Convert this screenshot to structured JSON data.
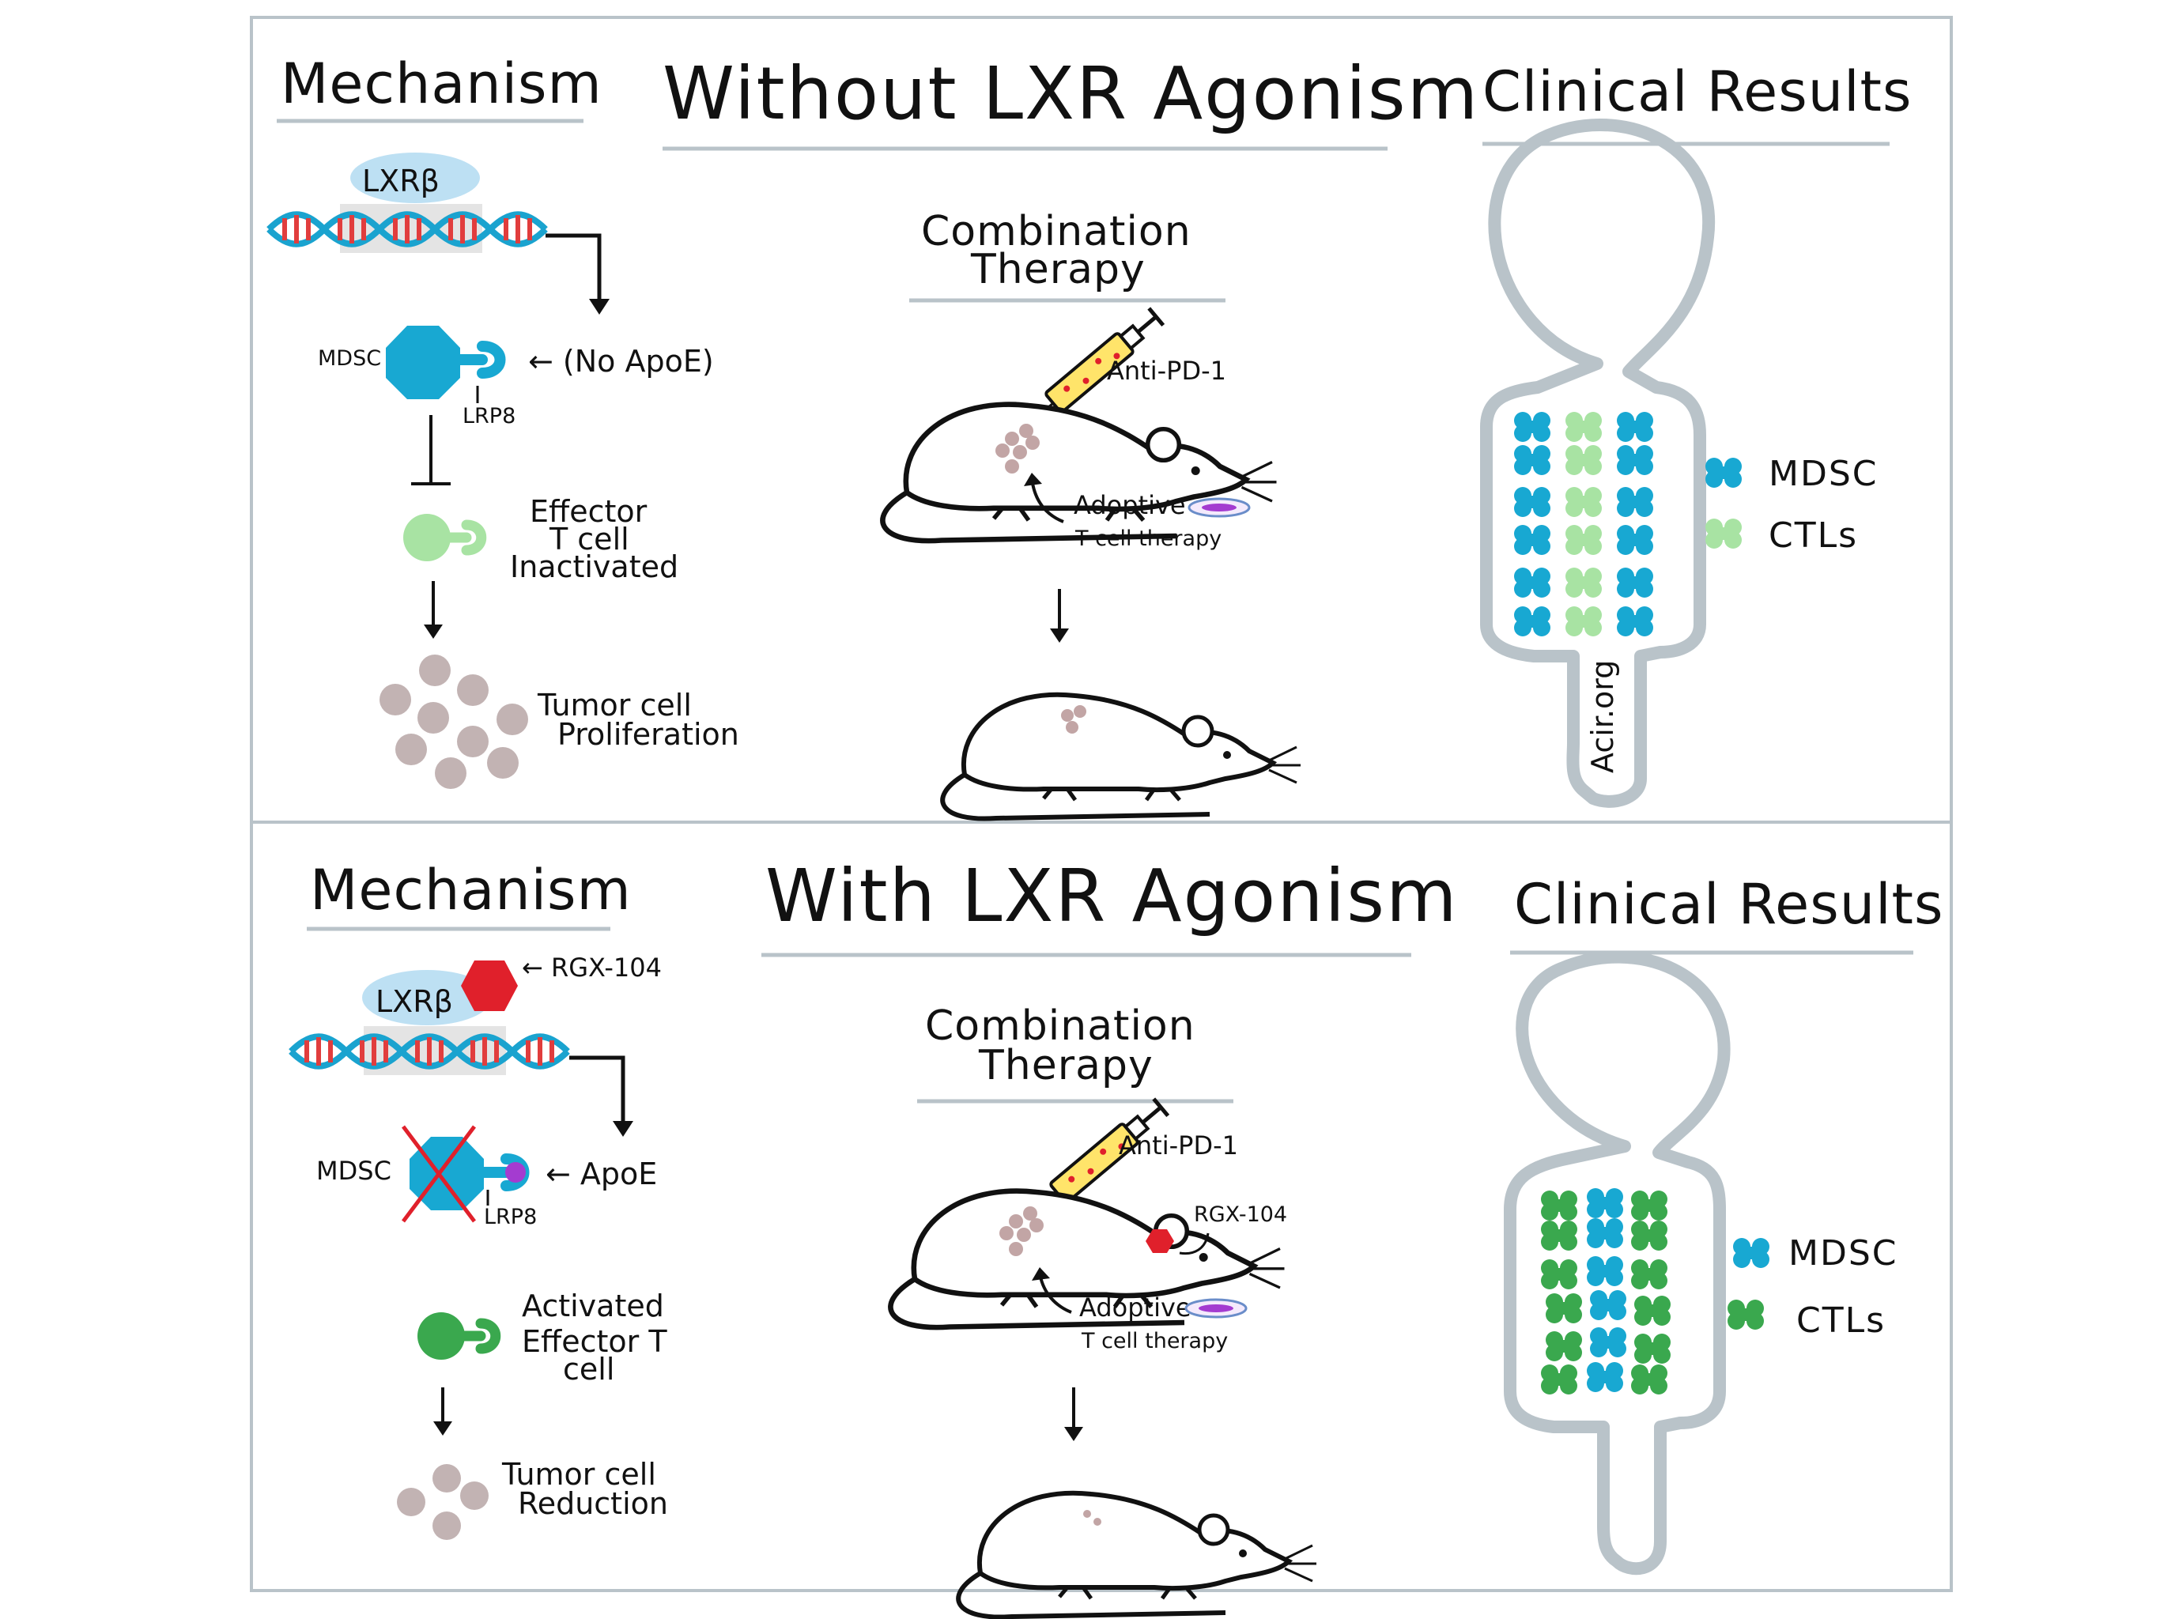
{
  "top_panel": {
    "mechanism_heading": "Mechanism",
    "title": "Without LXR Agonism",
    "clinical_heading": "Clinical Results",
    "receptor_label": "LXRβ",
    "mdsc_label": "MDSC",
    "no_apoe_label": "← (No ApoE)",
    "lrp8_label": "LRP8",
    "effector_line1": "Effector",
    "effector_line2": "T cell",
    "effector_line3": "Inactivated",
    "tumor_line1": "Tumor cell",
    "tumor_line2": "Proliferation",
    "combo_line1": "Combination",
    "combo_line2": "Therapy",
    "anti_pd1": "Anti-PD-1",
    "adoptive_line1": "Adoptive",
    "adoptive_line2": "T cell therapy",
    "legend_mdsc": "MDSC",
    "legend_ctl": "CTLs",
    "watermark": "Acir.org"
  },
  "bottom_panel": {
    "mechanism_heading": "Mechanism",
    "title": "With LXR Agonism",
    "clinical_heading": "Clinical Results",
    "receptor_label": "LXRβ",
    "agonist_label": "← RGX-104",
    "mdsc_label": "MDSC",
    "apoe_label": "← ApoE",
    "lrp8_label": "LRP8",
    "effector_line1": "Activated",
    "effector_line2": "Effector T",
    "effector_line3": "cell",
    "tumor_line1": "Tumor cell",
    "tumor_line2": "Reduction",
    "combo_line1": "Combination",
    "combo_line2": "Therapy",
    "anti_pd1": "Anti-PD-1",
    "rgx_label": "RGX-104",
    "adoptive_line1": "Adoptive",
    "adoptive_line2": "T cell therapy",
    "legend_mdsc": "MDSC",
    "legend_ctl": "CTLs"
  },
  "colors": {
    "mdsc_blue": "#18a8d2",
    "ctl_light_green": "#a8e3a3",
    "ctl_dark_green": "#3aa84e",
    "tumor_gray": "#c2b3b3",
    "agonist_red": "#e0202b",
    "apoe_purple": "#a43bd0",
    "lxr_bubble": "#bde0f3",
    "frame_gray": "#b9c3c9"
  }
}
